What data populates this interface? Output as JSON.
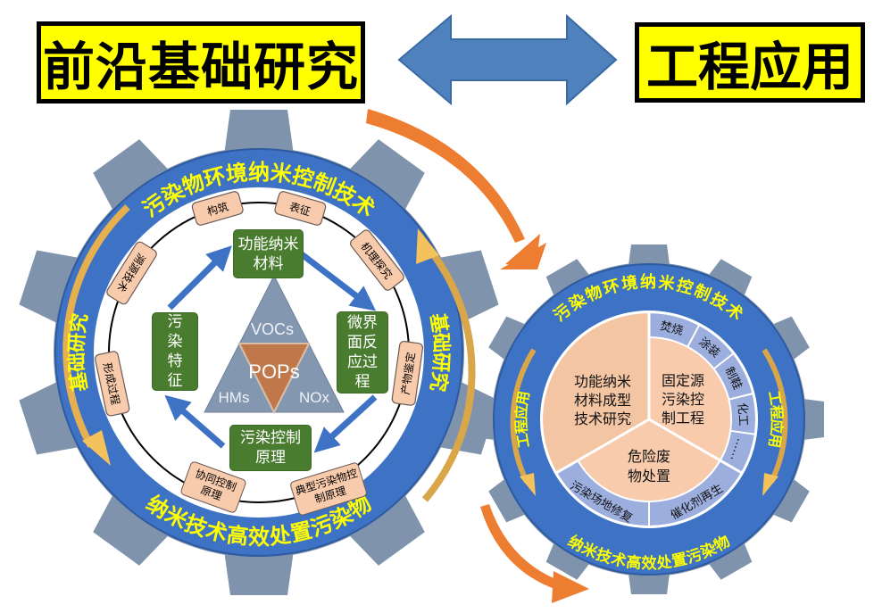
{
  "header": {
    "left_title": "前沿基础研究",
    "right_title": "工程应用"
  },
  "colors": {
    "title_bg": "#ffff00",
    "double_arrow": "#4f81bd",
    "orange_arrow": "#ed7d31",
    "gear": "#7f93ad",
    "ring": "#3d72c4",
    "ring_text": "#ffff00",
    "green_box": "#4a7c2f",
    "peach": "#f8cbad",
    "triangle": "#8497b0",
    "pops": "#c0784a",
    "lavender": "#9caede",
    "gold_arrow": "#f3c25c"
  },
  "left_gear": {
    "ring_top": "污染物环境纳米控制技术",
    "ring_bottom": "纳米技术高效处置污染物",
    "ring_left": "基础研究",
    "ring_right": "基础研究",
    "cycle_boxes": {
      "top": "功能纳米材料",
      "right": "微界面反应过程",
      "bottom": "污染控制原理",
      "left": "污染特征"
    },
    "tags": [
      "构筑",
      "表征",
      "机理探究",
      "产物鉴定",
      "典型污染物控制原理",
      "协同控制原理",
      "形成过程",
      "溯源技术"
    ],
    "triangle": {
      "top": "VOCs",
      "center": "POPs",
      "left": "HMs",
      "right": "NOx"
    }
  },
  "right_gear": {
    "ring_top": "污染物环境纳米控制技术",
    "ring_bottom": "纳米技术高效处置污染物",
    "ring_left": "工程应用",
    "ring_right": "工程应用",
    "sectors": {
      "left": "功能纳米材料成型技术研究",
      "right": "固定源污染控制工程",
      "bottom": "危险废物处置"
    },
    "right_sub_items": [
      "焚烧",
      "涂装",
      "制鞋",
      "化工",
      "……"
    ],
    "bottom_sub_items": [
      "污染场地修复",
      "催化剂再生"
    ]
  }
}
